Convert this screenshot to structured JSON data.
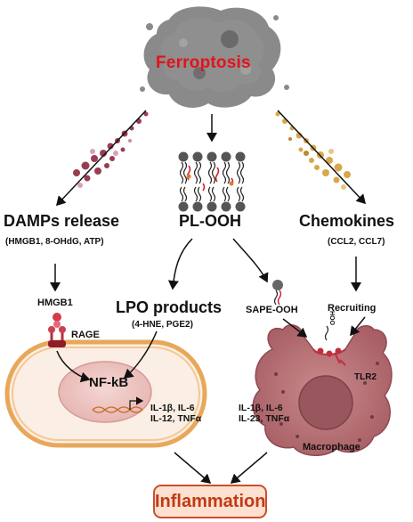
{
  "title": "Ferroptosis",
  "branches": {
    "damps": {
      "title": "DAMPs release",
      "sub": "(HMGB1, 8-OHdG, ATP)"
    },
    "pl": {
      "title": "PL-OOH"
    },
    "chemo": {
      "title": "Chemokines",
      "sub": "(CCL2, CCL7)"
    }
  },
  "labels": {
    "hmgb1": "HMGB1",
    "rage": "RAGE",
    "nfkb": "NF-kB",
    "lpo_title": "LPO products",
    "lpo_sub": "(4-HNE, PGE2)",
    "sape": "SAPE-OOH",
    "recruiting": "Recruiting",
    "tlr2": "TLR2",
    "macrophage": "Macrophage",
    "ooh": "OOH"
  },
  "cytokines_left": [
    "IL-1β, IL-6",
    "IL-12, TNFα"
  ],
  "cytokines_right": [
    "IL-1β, IL-6",
    "IL-23, TNFα"
  ],
  "outcome": "Inflammation",
  "colors": {
    "accent": "#e3121b",
    "inflammation_fill": "#fde0cf",
    "inflammation_border": "#c9502b",
    "macrophage": "#b06b6f",
    "cell_membrane": "#e8a85a",
    "damps_dots": "#9a3d52",
    "chemokine_dots": "#d7a84a"
  }
}
